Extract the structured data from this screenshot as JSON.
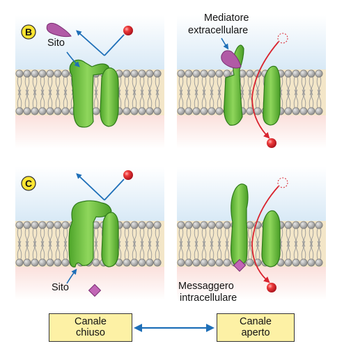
{
  "panels": {
    "B": {
      "badge": "B",
      "site_label": "Sito",
      "mediator_label": [
        "Mediatore",
        "extracellulare"
      ]
    },
    "C": {
      "badge": "C",
      "site_label": "Sito",
      "messenger_label": [
        "Messaggero",
        "intracellulare"
      ]
    }
  },
  "legend": {
    "closed_label": [
      "Canale",
      "chiuso"
    ],
    "open_label": [
      "Canale",
      "aperto"
    ]
  },
  "colors": {
    "protein": "#6cc03c",
    "protein_outline": "#2e7a1a",
    "lipid_head": "#9c9c9c",
    "membrane_core": "#f3e6c8",
    "extracellular": "#dcecf7",
    "intracellular": "#fbe3e0",
    "ion": "#d9232e",
    "arrow_blue": "#1e6fb8",
    "arrow_red": "#d9232e",
    "mediator": "#b15aa6",
    "messenger": "#c266b6",
    "badge": "#ffe633",
    "legend_box": "#fdf1a5"
  }
}
